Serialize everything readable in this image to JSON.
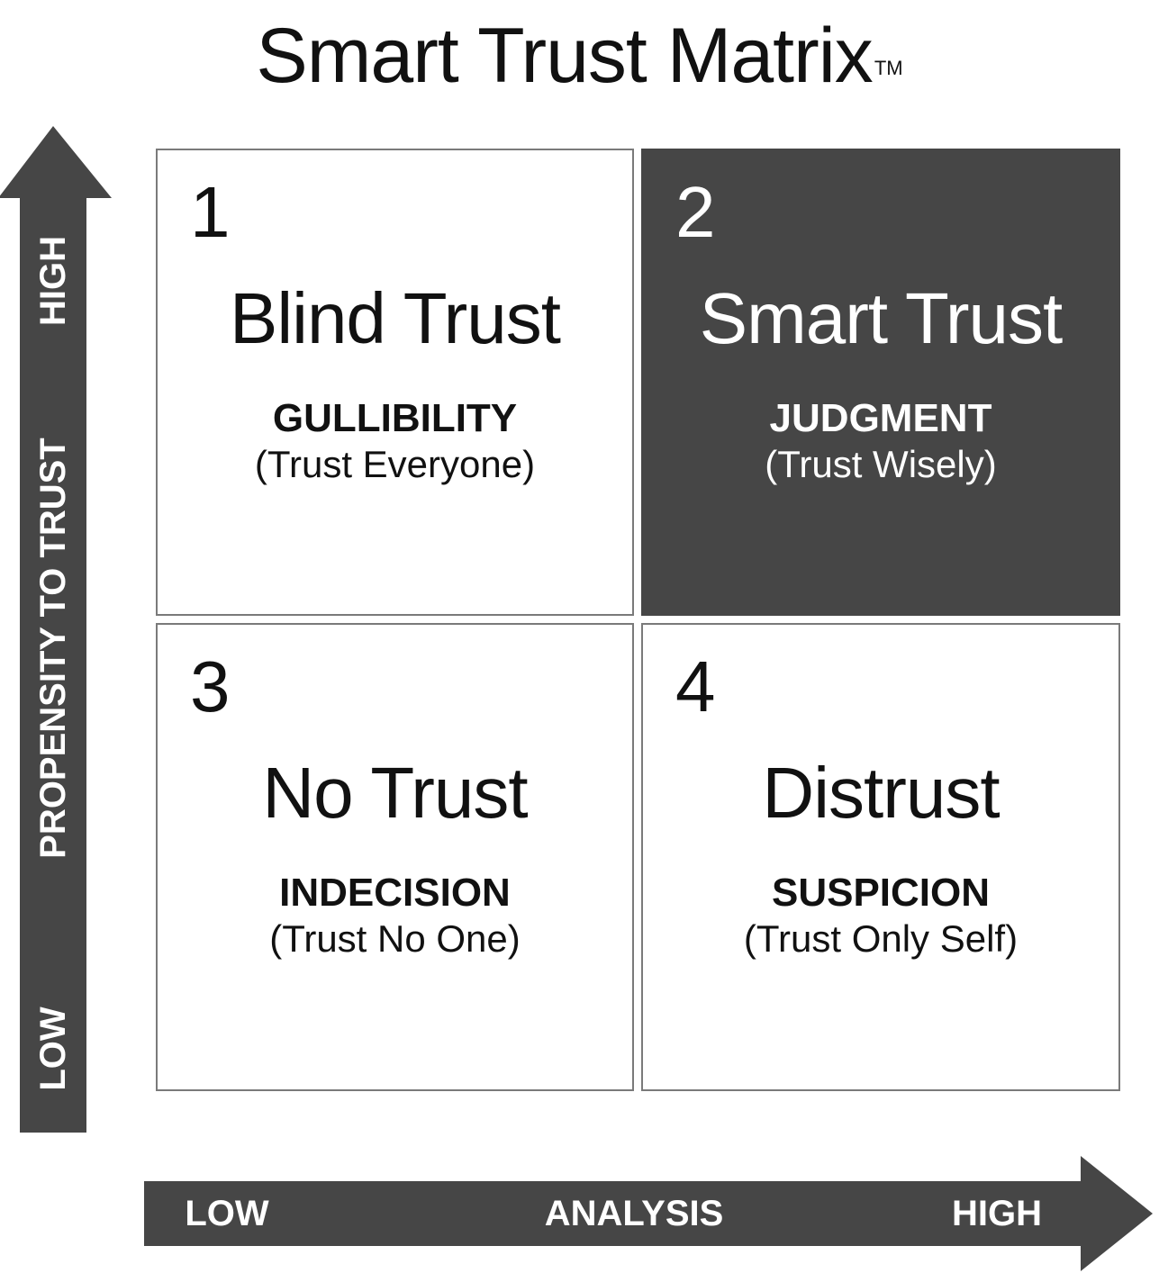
{
  "title": {
    "text": "Smart Trust Matrix",
    "trademark": "TM"
  },
  "y_axis": {
    "name": "PROPENSITY TO TRUST",
    "low": "LOW",
    "high": "HIGH"
  },
  "x_axis": {
    "name": "ANALYSIS",
    "low": "LOW",
    "high": "HIGH"
  },
  "quadrants": [
    {
      "number": "1",
      "title": "Blind Trust",
      "subtitle": "GULLIBILITY",
      "description": "(Trust Everyone)"
    },
    {
      "number": "2",
      "title": "Smart Trust",
      "subtitle": "JUDGMENT",
      "description": "(Trust Wisely)"
    },
    {
      "number": "3",
      "title": "No Trust",
      "subtitle": "INDECISION",
      "description": "(Trust No One)"
    },
    {
      "number": "4",
      "title": "Distrust",
      "subtitle": "SUSPICION",
      "description": "(Trust Only Self)"
    }
  ],
  "colors": {
    "dark": "#464646",
    "border": "#7a7a7a",
    "text": "#111111",
    "background": "#ffffff"
  }
}
